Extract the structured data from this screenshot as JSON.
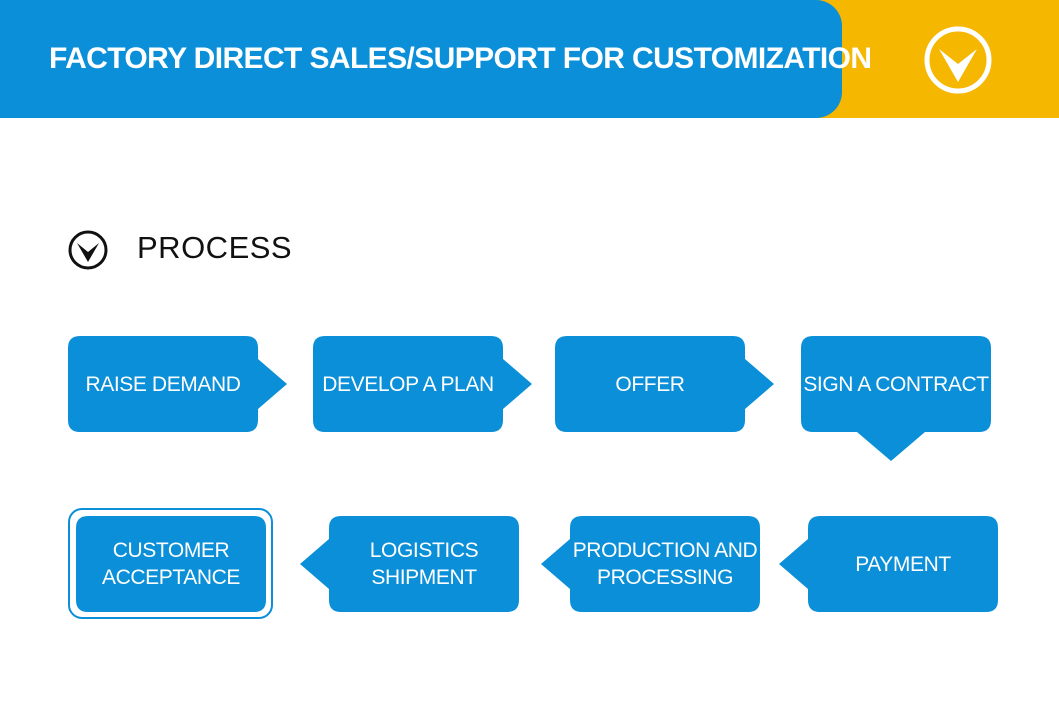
{
  "banner": {
    "title": "FACTORY DIRECT SALES/SUPPORT FOR CUSTOMIZATION",
    "main_color": "#0a8fd8",
    "accent_color": "#f5b700",
    "icon": "chevron-down-circle-icon"
  },
  "section": {
    "title": "PROCESS",
    "icon": "chevron-down-circle-icon"
  },
  "process": {
    "steps": [
      {
        "label": "RAISE DEMAND"
      },
      {
        "label": "DEVELOP A PLAN"
      },
      {
        "label": "OFFER"
      },
      {
        "label": "SIGN A CONTRACT"
      },
      {
        "label": "PAYMENT"
      },
      {
        "label": "PRODUCTION AND\nPROCESSING"
      },
      {
        "label": "LOGISTICS\nSHIPMENT"
      },
      {
        "label": "CUSTOMER\nACCEPTANCE"
      }
    ],
    "step_color": "#0a8fd8"
  }
}
